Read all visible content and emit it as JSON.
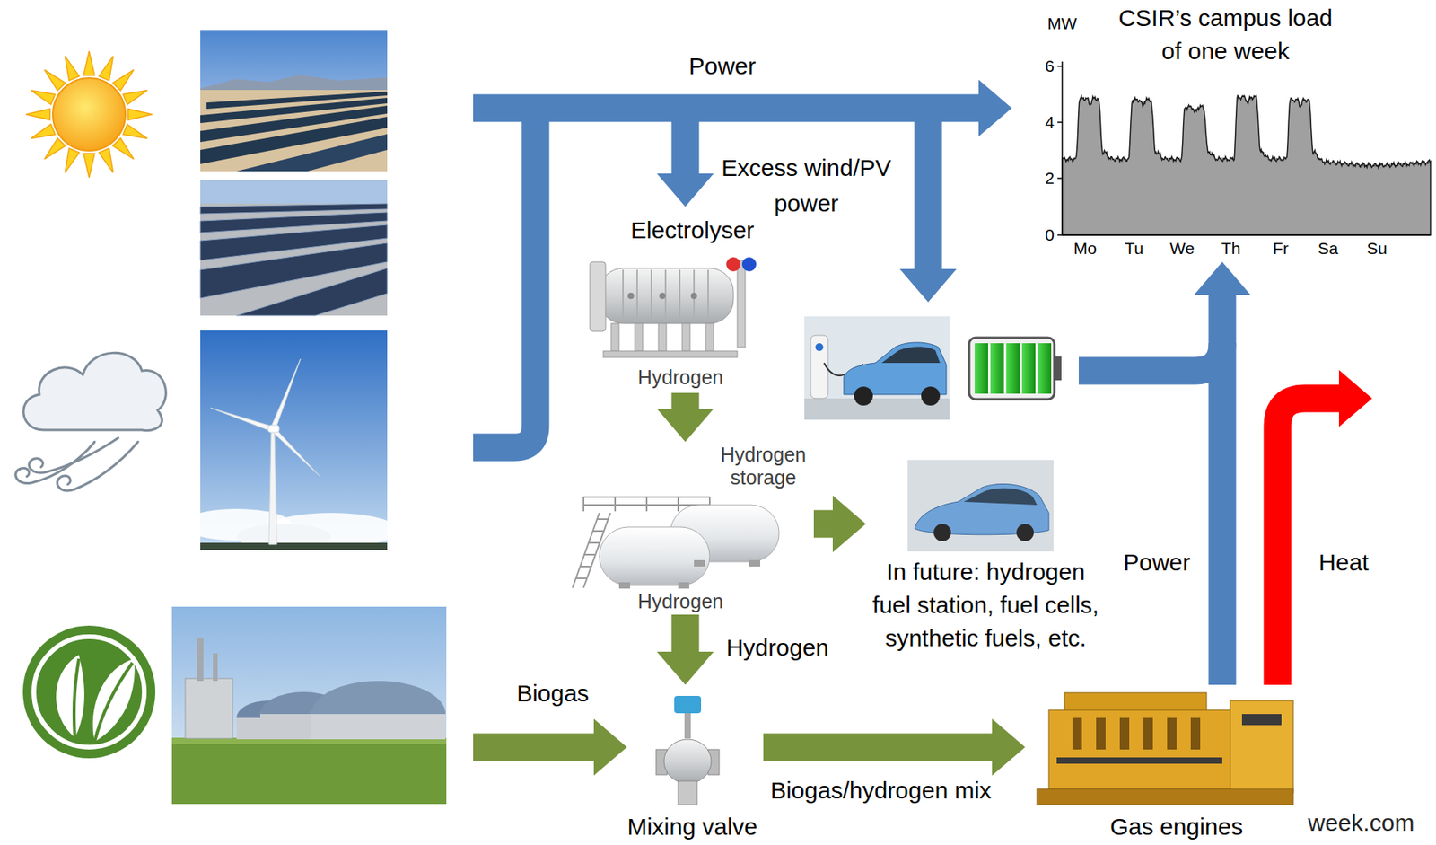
{
  "diagram": {
    "nodes": [
      {
        "text": [
          "CSIR’s campus load of one week"
        ]
      },
      {
        "text": [
          "Electrolyser",
          "Hydrogen"
        ]
      },
      {
        "text": [
          "Hydrogen storage",
          "Hydrogen"
        ]
      },
      {
        "text": [
          "In future: hydrogen fuel station, fuel cells, synthetic fuels, etc."
        ]
      },
      {
        "text": [
          "Mixing valve"
        ]
      },
      {
        "text": [
          "Gas engines"
        ]
      }
    ],
    "edges": [
      {
        "from": 1,
        "to": 2,
        "arrow": "to"
      },
      {
        "from": 2,
        "to": 3,
        "arrow": "to"
      },
      {
        "from": 2,
        "to": 4,
        "label": "Hydrogen",
        "arrow": "to"
      },
      {
        "from": 4,
        "to": 5,
        "label": "Biogas/hydrogen mix",
        "arrow": "to"
      },
      {
        "from": 5,
        "to": 0,
        "label": "Power",
        "arrow": "to"
      }
    ],
    "labels": [
      "Power",
      "Excess wind/PV power",
      "Biogas",
      "Heat",
      "MW",
      "6",
      "4",
      "2",
      "0",
      "Mo",
      "Tu",
      "We",
      "Th",
      "Fr",
      "Sa",
      "Su",
      "week.com"
    ]
  }
}
